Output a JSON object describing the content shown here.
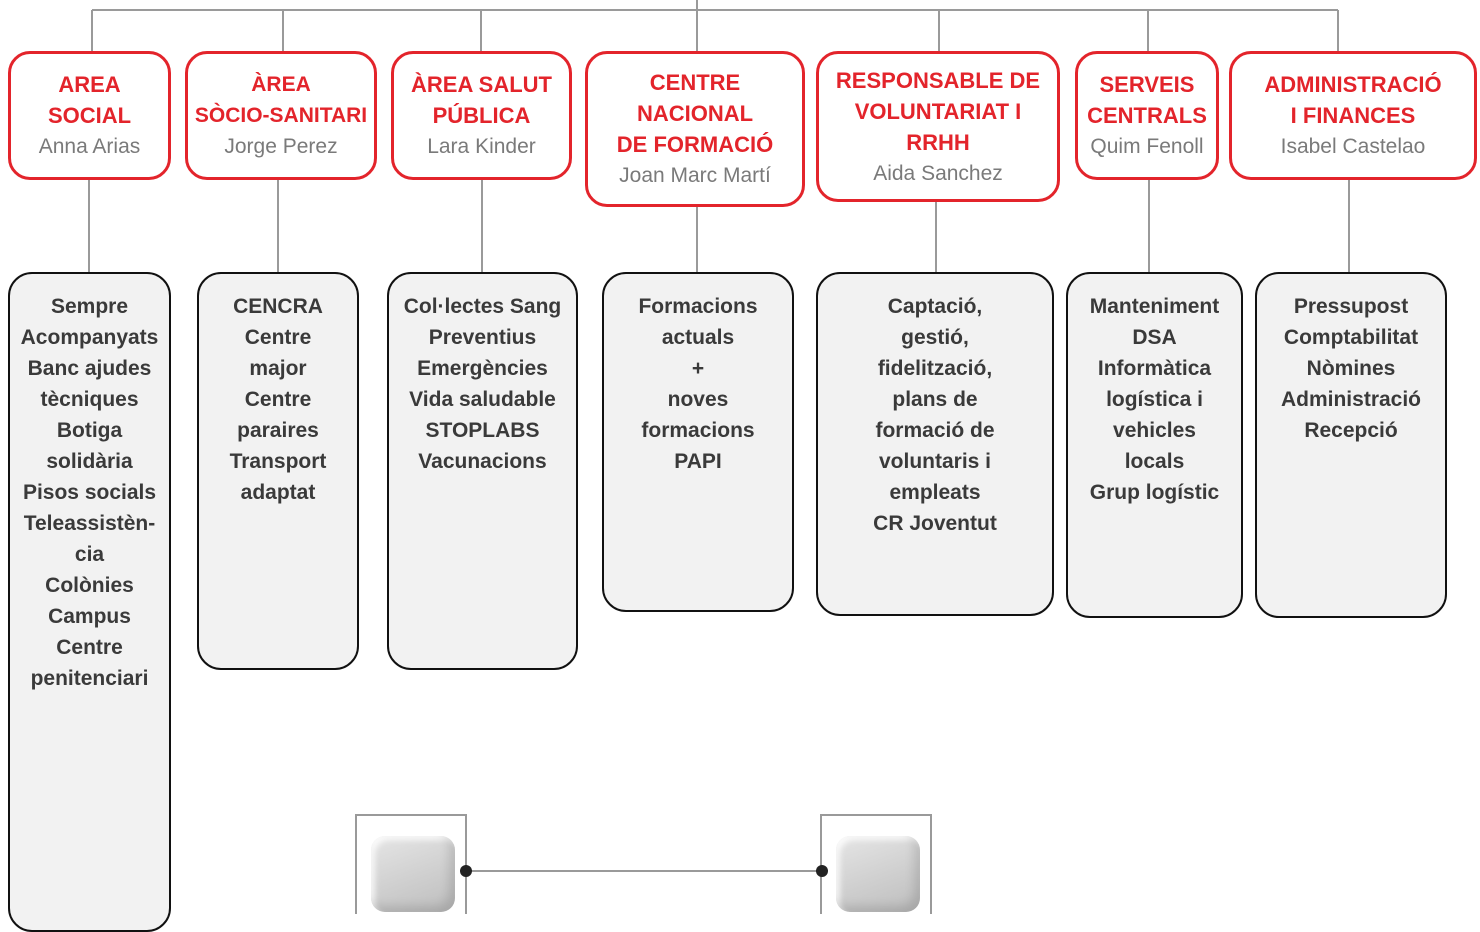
{
  "departments": [
    {
      "title": "AREA\nSOCIAL",
      "person": "Anna Arias",
      "items": [
        "Sempre\nAcompanyats",
        "Banc ajudes\ntècniques",
        "Botiga\nsolidària",
        "Pisos socials",
        "Teleassistèn-\ncia",
        "Colònies",
        "Campus",
        "Centre\npenitenciari"
      ]
    },
    {
      "title": "ÀREA\nSÒCIO-SANITARI",
      "person": "Jorge Perez",
      "items": [
        "CENCRA",
        "Centre\nmajor",
        "Centre\nparaires",
        "Transport\nadaptat"
      ]
    },
    {
      "title": "ÀREA SALUT\nPÚBLICA",
      "person": "Lara Kinder",
      "items": [
        "Col·lectes Sang",
        "Preventius",
        "Emergències",
        "Vida saludable",
        "STOPLABS",
        "Vacunacions"
      ]
    },
    {
      "title": "CENTRE\nNACIONAL\nDE FORMACIÓ",
      "person": "Joan Marc Martí",
      "items": [
        "Formacions\nactuals\n+\nnoves\nformacions",
        "PAPI"
      ]
    },
    {
      "title": "RESPONSABLE DE\nVOLUNTARIAT I\nRRHH",
      "person": "Aida Sanchez",
      "items": [
        "Captació,\ngestió,\nfidelització,\nplans de\nformació de\nvoluntaris i\nempleats",
        "CR Joventut"
      ]
    },
    {
      "title": "SERVEIS\nCENTRALS",
      "person": "Quim Fenoll",
      "items": [
        "Manteniment\nDSA",
        "Informàtica\nlogística i\nvehicles\nlocals",
        "Grup logístic"
      ]
    },
    {
      "title": "ADMINISTRACIÓ\nI FINANCES",
      "person": "Isabel Castelao",
      "items": [
        "Pressupost",
        "Comptabilitat",
        "Nòmines",
        "Administració",
        "Recepció"
      ]
    }
  ],
  "colors": {
    "accent": "#e3242b",
    "connector": "#9a9a9a",
    "box_fill": "#f2f2f2"
  }
}
